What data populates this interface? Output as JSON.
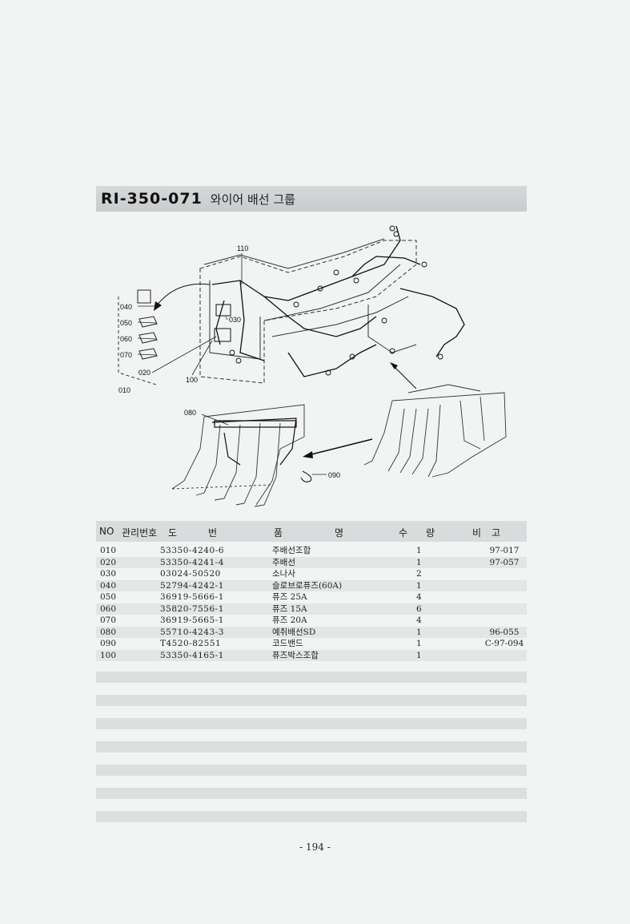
{
  "title": {
    "code": "RI-350-071",
    "name": "와이어 배선 그룹"
  },
  "diagram_labels": {
    "l110": "110",
    "l040": "040",
    "l050": "050",
    "l060": "060",
    "l070": "070",
    "l030": "030",
    "l020": "020",
    "l100": "100",
    "l010": "010",
    "l080": "080",
    "l090": "090"
  },
  "table_header": {
    "no": "NO",
    "mgmt": "관리번호",
    "draw1": "도",
    "draw2": "번",
    "name1": "품",
    "name2": "명",
    "qty1": "수",
    "qty2": "량",
    "rem1": "비",
    "rem2": "고"
  },
  "parts": [
    {
      "no": "010",
      "drawing": "53350-4240-6",
      "name": "주배선조합",
      "qty": "1",
      "remark": "97-017"
    },
    {
      "no": "020",
      "drawing": "53350-4241-4",
      "name": "주배선",
      "qty": "1",
      "remark": "97-057"
    },
    {
      "no": "030",
      "drawing": "03024-50520",
      "name": "소나사",
      "qty": "2",
      "remark": ""
    },
    {
      "no": "040",
      "drawing": "52794-4242-1",
      "name": "슬로브로퓨즈(60A)",
      "qty": "1",
      "remark": ""
    },
    {
      "no": "050",
      "drawing": "36919-5666-1",
      "name": "퓨즈 25A",
      "qty": "4",
      "remark": ""
    },
    {
      "no": "060",
      "drawing": "35820-7556-1",
      "name": "퓨즈 15A",
      "qty": "6",
      "remark": ""
    },
    {
      "no": "070",
      "drawing": "36919-5665-1",
      "name": "퓨즈 20A",
      "qty": "4",
      "remark": ""
    },
    {
      "no": "080",
      "drawing": "55710-4243-3",
      "name": "예취배선SD",
      "qty": "1",
      "remark": "96-055"
    },
    {
      "no": "090",
      "drawing": "T4520-82551",
      "name": "코드밴드",
      "qty": "1",
      "remark": "C-97-094"
    },
    {
      "no": "100",
      "drawing": "53350-4165-1",
      "name": "퓨즈박스조합",
      "qty": "1",
      "remark": ""
    }
  ],
  "page_number": "- 194 -"
}
